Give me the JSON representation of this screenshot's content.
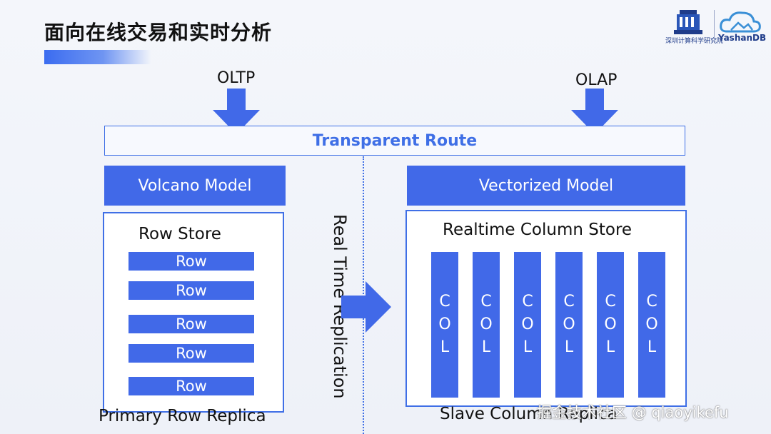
{
  "header": {
    "title": "面向在线交易和实时分析",
    "logo_left_text": "深圳计算科学研究院",
    "logo_right_text": "YashanDB"
  },
  "inputs": {
    "oltp_label": "OLTP",
    "olap_label": "OLAP"
  },
  "route": {
    "label": "Transparent Route"
  },
  "left": {
    "model_label": "Volcano Model",
    "store_title": "Row Store",
    "rows": [
      "Row",
      "Row",
      "Row",
      "Row",
      "Row"
    ],
    "replica_label": "Primary Row Replica"
  },
  "middle": {
    "replication_label": "Real Time Replication"
  },
  "right": {
    "model_label": "Vectorized Model",
    "store_title": "Realtime Column Store",
    "columns": [
      [
        "C",
        "O",
        "L"
      ],
      [
        "C",
        "O",
        "L"
      ],
      [
        "C",
        "O",
        "L"
      ],
      [
        "C",
        "O",
        "L"
      ],
      [
        "C",
        "O",
        "L"
      ],
      [
        "C",
        "O",
        "L"
      ]
    ],
    "replica_label": "Slave Column Replica"
  },
  "watermark": {
    "text": "掘金技术社区 @ qiaoyikefu"
  },
  "colors": {
    "accent": "#4169e8",
    "accent_text": "#3f6fe6"
  }
}
